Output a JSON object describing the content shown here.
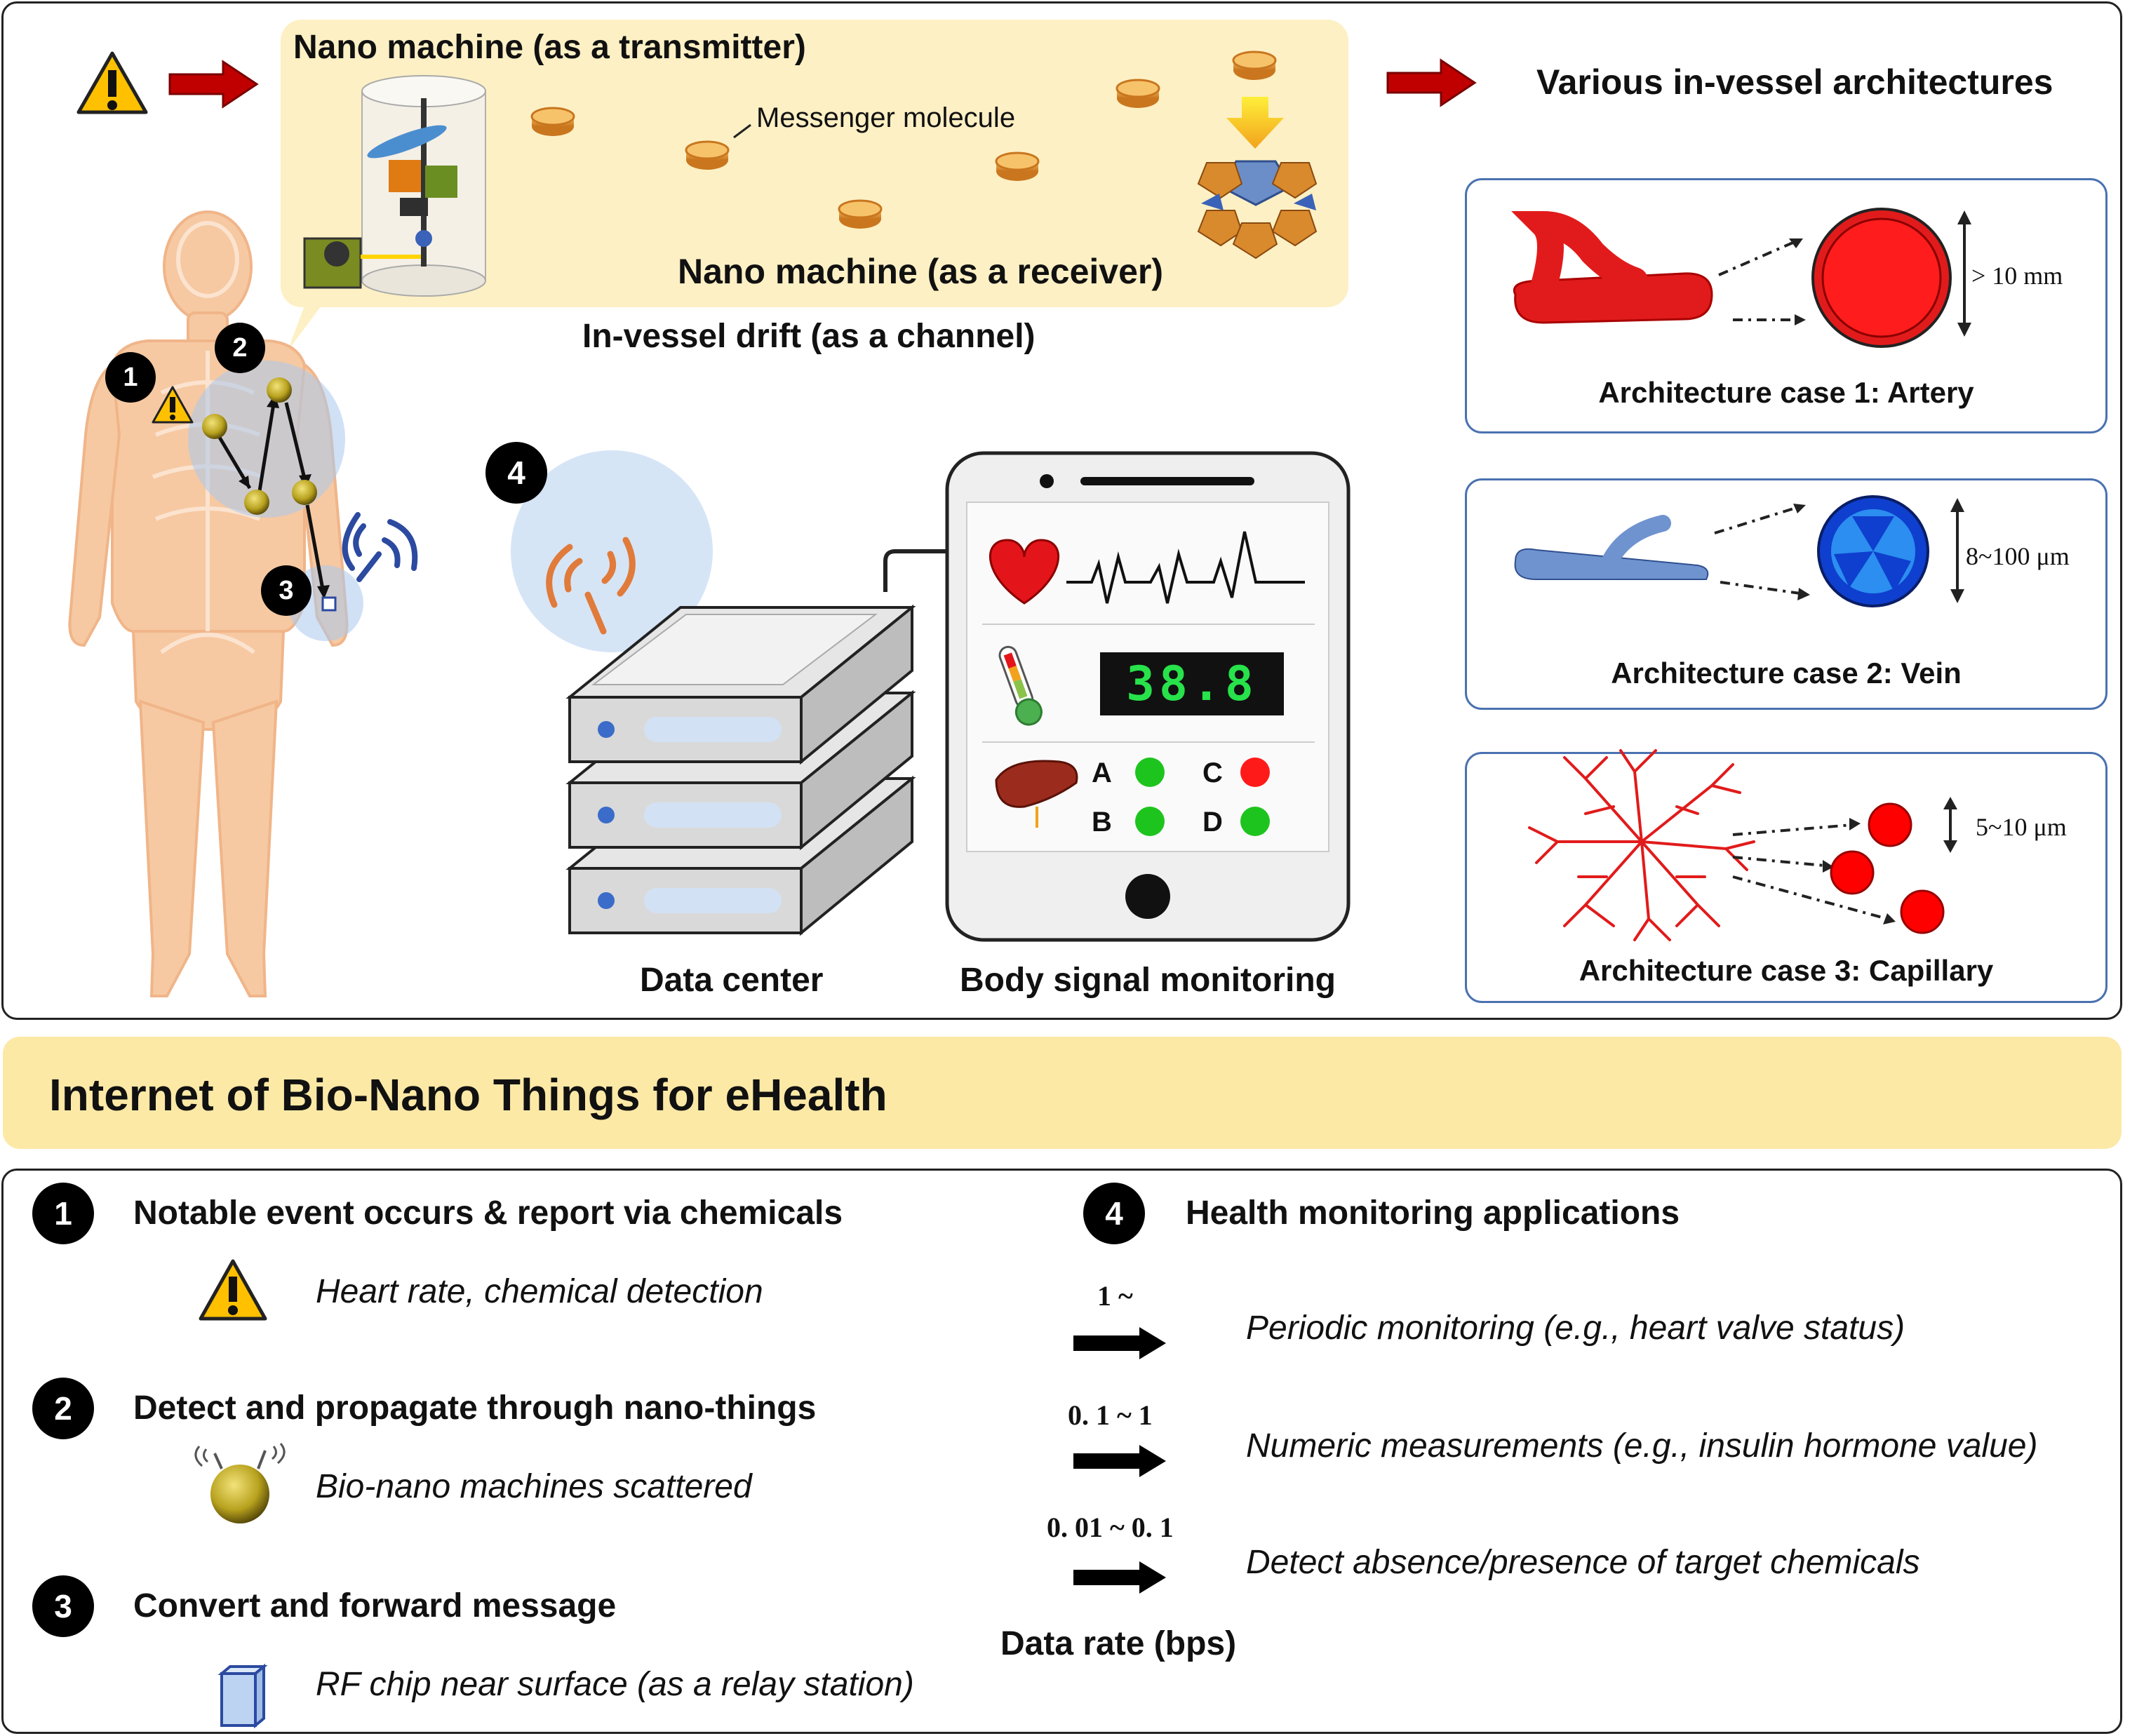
{
  "top_panel": {
    "transmitter_title": "Nano machine (as a transmitter)",
    "messenger_label": "Messenger molecule",
    "receiver_title": "Nano machine (as a receiver)",
    "channel_label": "In-vessel drift (as a channel)",
    "architectures_title": "Various in-vessel architectures",
    "data_center_label": "Data center",
    "monitoring_label": "Body signal monitoring",
    "body_markers": [
      "1",
      "2",
      "3"
    ],
    "step4_marker": "4",
    "thermometer_reading": "38.8",
    "organ_indicators": [
      {
        "label": "A",
        "status": "green"
      },
      {
        "label": "C",
        "status": "red"
      },
      {
        "label": "B",
        "status": "green"
      },
      {
        "label": "D",
        "status": "green"
      }
    ]
  },
  "architectures": [
    {
      "caption": "Architecture case 1: Artery",
      "size": "> 10 mm"
    },
    {
      "caption": "Architecture case 2: Vein",
      "size": "8~100 μm"
    },
    {
      "caption": "Architecture case 3: Capillary",
      "size": "5~10 μm"
    }
  ],
  "banner": {
    "title": "Internet of Bio-Nano Things for eHealth"
  },
  "legend": {
    "steps": [
      {
        "num": "1",
        "title": "Notable event occurs & report via chemicals",
        "detail": "Heart rate, chemical detection"
      },
      {
        "num": "2",
        "title": "Detect and propagate through nano-things",
        "detail": "Bio-nano machines scattered"
      },
      {
        "num": "3",
        "title": "Convert and forward message",
        "detail": "RF chip near surface (as a relay station)"
      },
      {
        "num": "4",
        "title": "Health monitoring applications"
      }
    ],
    "rates": [
      {
        "rate": "1 ~",
        "application": "Periodic monitoring (e.g., heart valve status)"
      },
      {
        "rate": "0. 1 ~ 1",
        "application": "Numeric measurements (e.g., insulin hormone value)"
      },
      {
        "rate": "0. 01 ~ 0. 1",
        "application": "Detect absence/presence of target chemicals"
      }
    ],
    "rate_axis_label": "Data rate (bps)"
  },
  "colors": {
    "accent_red": "#c00000",
    "yellow_box": "#fdf0c4",
    "arch_border": "#4a72b0",
    "artery": "#e11b1b",
    "vein": "#6f93cf",
    "capillary": "#e11b1b",
    "status_green": "#1ec41e",
    "status_red": "#ff1a1a"
  }
}
